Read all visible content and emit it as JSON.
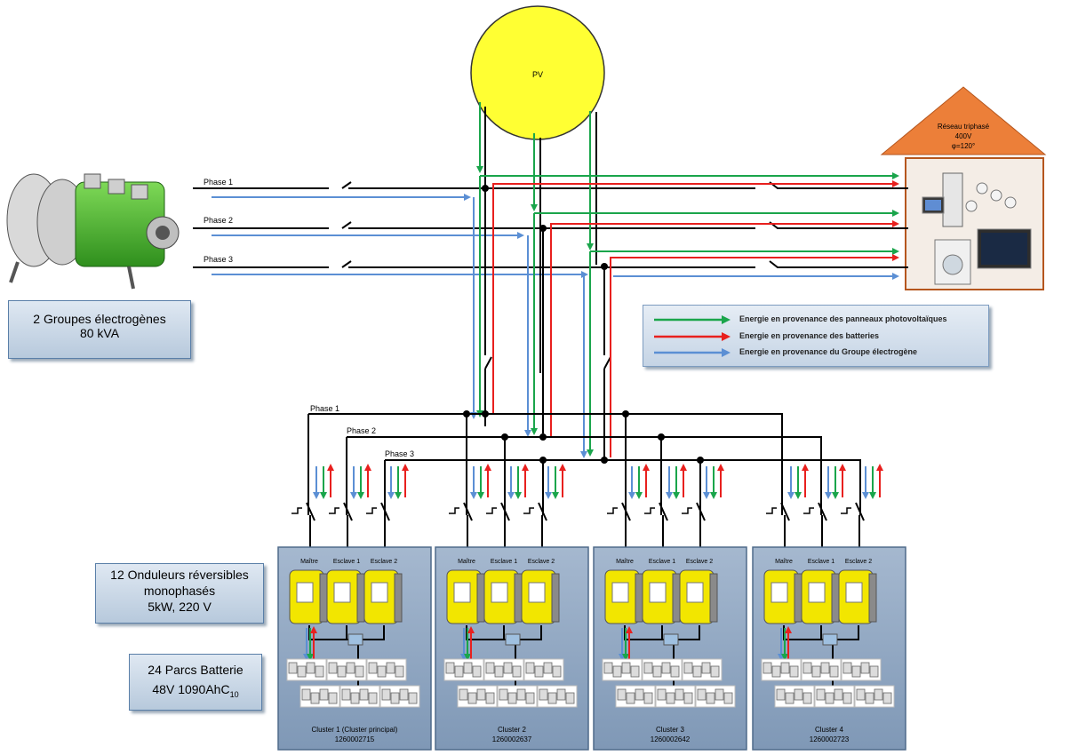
{
  "pv": {
    "label": "PV"
  },
  "grid": {
    "line1": "Réseau triphasé",
    "line2": "400V",
    "line3": "φ=120°"
  },
  "phases": {
    "gen": [
      "Phase 1",
      "Phase 2",
      "Phase 3"
    ],
    "bus": [
      "Phase 1",
      "Phase 2",
      "Phase 3"
    ]
  },
  "generator_box": {
    "line1": "2 Groupes électrogènes",
    "line2": "80 kVA"
  },
  "inverter_box": {
    "line1": "12 Onduleurs réversibles",
    "line2": "monophasés",
    "line3": "5kW, 220 V"
  },
  "battery_box": {
    "line1": "24 Parcs Batterie",
    "line2_main": "48V 1090AhC",
    "line2_sub": "10"
  },
  "legend": [
    {
      "text": "Energie en provenance des panneaux photovoltaïques",
      "color": "#1aa54b"
    },
    {
      "text": "Energie en provenance des batteries",
      "color": "#e8201e"
    },
    {
      "text": "Energie en provenance du Groupe électrogène",
      "color": "#5b8fd4"
    }
  ],
  "inverter_labels": [
    "Maître",
    "Esclave 1",
    "Esclave 2"
  ],
  "clusters": [
    {
      "name": "Cluster 1 (Cluster principal)",
      "id": "1260002715"
    },
    {
      "name": "Cluster 2",
      "id": "1260002637"
    },
    {
      "name": "Cluster 3",
      "id": "1260002642"
    },
    {
      "name": "Cluster 4",
      "id": "1260002723"
    }
  ],
  "colors": {
    "pv": "#1aa54b",
    "battery": "#e8201e",
    "generator": "#5b8fd4",
    "pv_fill": "#ffff33",
    "roof": "#ec7f39",
    "inverter": "#f2e600"
  }
}
